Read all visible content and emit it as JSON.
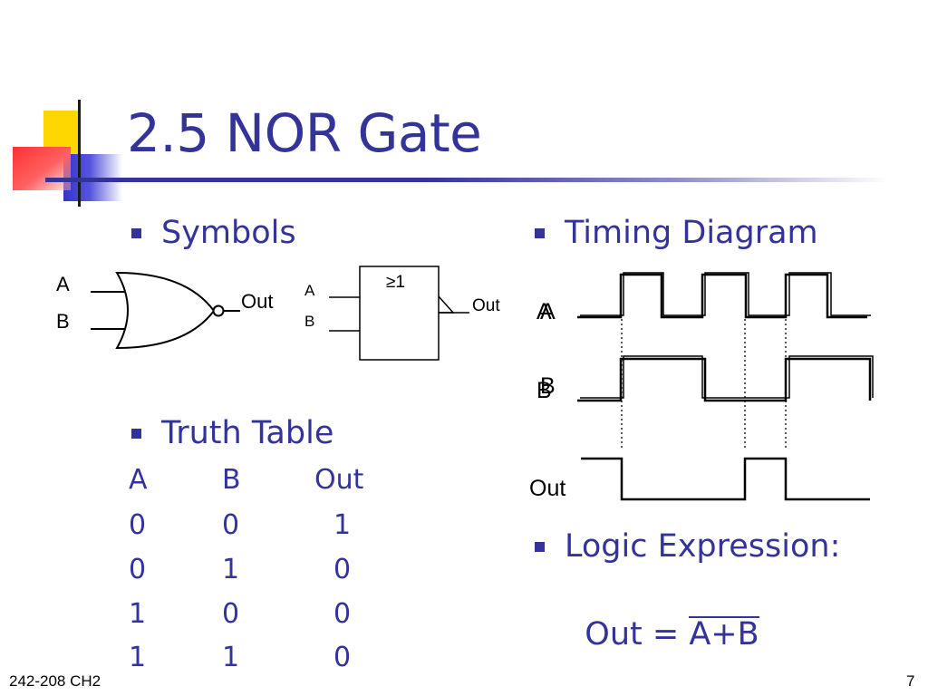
{
  "slide": {
    "title": "2.5 NOR Gate",
    "footer_left": "242-208 CH2",
    "page_number": "7"
  },
  "sections": {
    "symbols": "Symbols",
    "truth_table": "Truth Table",
    "timing_diagram": "Timing Diagram",
    "logic_expression": "Logic Expression:"
  },
  "symbol_distinctive": {
    "input_a": "A",
    "input_b": "B",
    "output": "Out"
  },
  "symbol_rectangular": {
    "function": "≥1",
    "input_a": "A",
    "input_b": "B",
    "output": "Out"
  },
  "truth_table": {
    "headers": [
      "A",
      "B",
      "Out"
    ],
    "rows": [
      [
        "0",
        "0",
        "1"
      ],
      [
        "0",
        "1",
        "0"
      ],
      [
        "1",
        "0",
        "0"
      ],
      [
        "1",
        "1",
        "0"
      ]
    ]
  },
  "timing": {
    "signal_a": "A",
    "signal_b": "B",
    "signal_out": "Out"
  },
  "expression": {
    "lhs": "Out = ",
    "overlined": "A+B"
  },
  "colors": {
    "accent": "#333399",
    "deco_yellow": "#ffd700",
    "deco_red": "#ff4040",
    "deco_blue": "#3333cc"
  }
}
